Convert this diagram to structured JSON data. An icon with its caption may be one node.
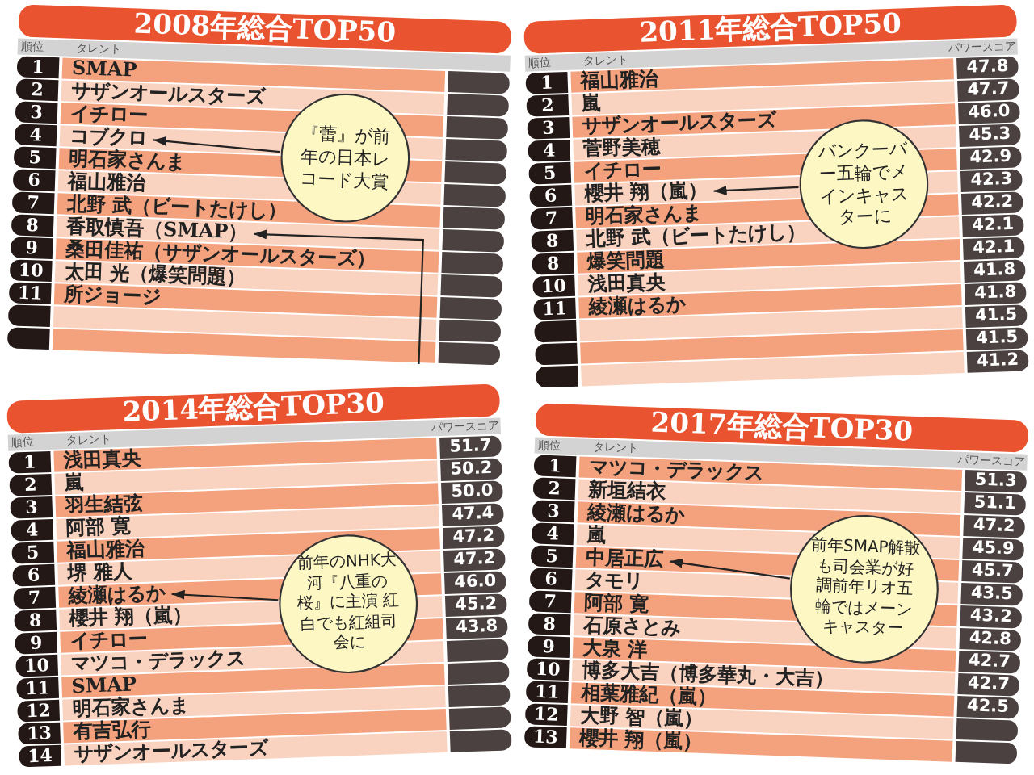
{
  "diagram": {
    "nodes": [
      {
        "text": [
          "2008年総合TOP50"
        ]
      },
      {
        "text": [
          "コブクロ"
        ],
        "in": 0
      },
      {
        "text": [
          "香取慎吾（SMAP）"
        ],
        "in": 0
      },
      {
        "text": [
          "『蕾』が前年の日本レコード大賞"
        ],
        "in": 0
      },
      {
        "text": [
          "2011年総合TOP50"
        ]
      },
      {
        "text": [
          "櫻井 翔（嵐）"
        ],
        "in": 4
      },
      {
        "text": [
          "バンクーバー五輪でメインキャスターに"
        ],
        "in": 4
      },
      {
        "text": [
          "2014年総合TOP30"
        ]
      },
      {
        "text": [
          "綾瀬はるか"
        ],
        "in": 7
      },
      {
        "text": [
          "前年のNHK大河『八重の桜』に主演 紅白でも紅組司会に"
        ],
        "in": 7
      },
      {
        "text": [
          "2017年総合TOP30"
        ]
      },
      {
        "text": [
          "中居正広"
        ],
        "in": 10
      },
      {
        "text": [
          "前年SMAP解散も司会業が好調前年リオ五輪ではメーンキャスター"
        ],
        "in": 10
      }
    ],
    "edges": [
      {
        "from": 3,
        "to": 1,
        "arrow": "to"
      },
      {
        "from": null,
        "to": 2,
        "arrow": "to"
      },
      {
        "from": 6,
        "to": 5,
        "arrow": "to"
      },
      {
        "from": 9,
        "to": 8,
        "arrow": "to"
      },
      {
        "from": 12,
        "to": 11,
        "arrow": "to"
      }
    ],
    "labels": [
      "順位",
      "タレント",
      "1",
      "SMAP",
      "2",
      "サザンオールスターズ",
      "3",
      "イチロー",
      "4",
      "5",
      "明石家さんま",
      "6",
      "福山雅治",
      "7",
      "北野 武（ビートたけし）",
      "8",
      "9",
      "桑田佳祐（サザンオールスターズ）",
      "10",
      "太田 光（爆笑問題）",
      "11",
      "所ジョージ",
      "順位",
      "タレント",
      "パワースコア",
      "1",
      "福山雅治",
      "47.8",
      "2",
      "嵐",
      "47.7",
      "3",
      "サザンオールスターズ",
      "46.0",
      "4",
      "菅野美穂",
      "45.3",
      "5",
      "イチロー",
      "42.9",
      "6",
      "42.3",
      "7",
      "明石家さんま",
      "42.2",
      "8",
      "北野 武（ビートたけし）",
      "42.1",
      "8",
      "爆笑問題",
      "42.1",
      "10",
      "浅田真央",
      "41.8",
      "11",
      "綾瀬はるか",
      "41.8",
      "41.5",
      "41.5",
      "41.2",
      "順位",
      "タレント",
      "パワースコア",
      "1",
      "浅田真央",
      "51.7",
      "2",
      "嵐",
      "50.2",
      "3",
      "羽生結弦",
      "50.0",
      "4",
      "阿部 寛",
      "47.4",
      "5",
      "福山雅治",
      "47.2",
      "6",
      "堺 雅人",
      "47.2",
      "7",
      "46.0",
      "8",
      "櫻井 翔（嵐）",
      "45.2",
      "9",
      "イチロー",
      "43.8",
      "10",
      "マツコ・デラックス",
      "11",
      "SMAP",
      "12",
      "明石家さんま",
      "13",
      "有吉弘行",
      "14",
      "サザンオールスターズ",
      "順位",
      "タレント",
      "パワースコア",
      "1",
      "マツコ・デラックス",
      "51.3",
      "2",
      "新垣結衣",
      "51.1",
      "3",
      "綾瀬はるか",
      "47.2",
      "4",
      "嵐",
      "45.9",
      "5",
      "45.7",
      "6",
      "タモリ",
      "43.5",
      "7",
      "阿部 寛",
      "43.2",
      "8",
      "石原さとみ",
      "42.8",
      "9",
      "大泉 洋",
      "42.7",
      "10",
      "博多大吉（博多華丸・大吉）",
      "42.7",
      "11",
      "相葉雅紀（嵐）",
      "42.5",
      "12",
      "大野 智（嵐）",
      "13",
      "櫻井 翔（嵐）"
    ]
  }
}
